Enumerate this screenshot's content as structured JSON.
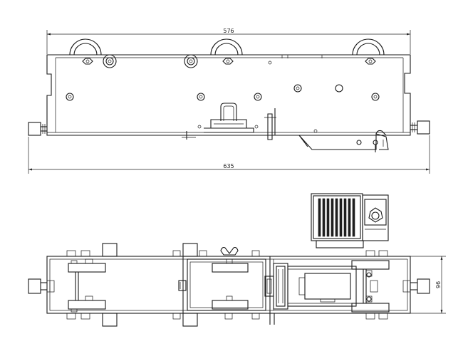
{
  "dimensions": {
    "top_width": "576",
    "overall_length": "635",
    "plan_height": "96"
  }
}
